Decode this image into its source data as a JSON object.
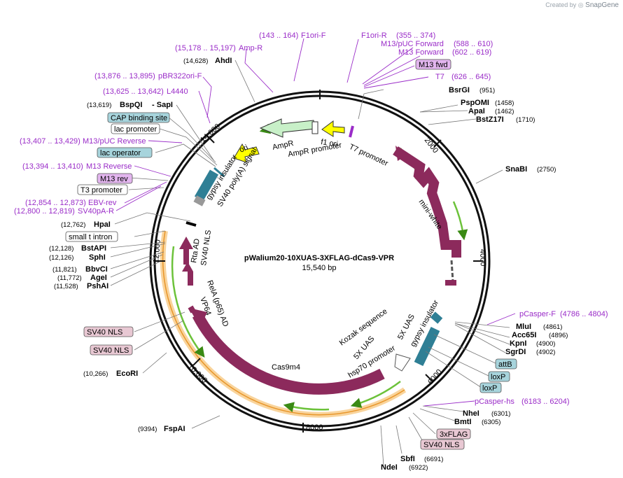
{
  "credit": {
    "prefix": "Created by",
    "brand": "SnapGene"
  },
  "plasmid": {
    "name": "pWalium20-10XUAS-3XFLAG-dCas9-VPR",
    "size": "15,540 bp"
  },
  "ticks": [
    "2000",
    "4000",
    "6000",
    "8000",
    "10,000",
    "12,000",
    "14,000"
  ],
  "sites": [
    {
      "name": "AhdI",
      "pos": "(14,628)"
    },
    {
      "name": "BsrGI",
      "pos": "(951)"
    },
    {
      "name": "PspOMI",
      "pos": "(1458)"
    },
    {
      "name": "ApaI",
      "pos": "(1462)"
    },
    {
      "name": "BstZ17I",
      "pos": "(1710)"
    },
    {
      "name": "SnaBI",
      "pos": "(2750)"
    },
    {
      "name": "MluI",
      "pos": "(4861)"
    },
    {
      "name": "Acc65I",
      "pos": "(4896)"
    },
    {
      "name": "KpnI",
      "pos": "(4900)"
    },
    {
      "name": "SgrDI",
      "pos": "(4902)"
    },
    {
      "name": "NheI",
      "pos": "(6301)"
    },
    {
      "name": "BmtI",
      "pos": "(6305)"
    },
    {
      "name": "SbfI",
      "pos": "(6691)"
    },
    {
      "name": "NdeI",
      "pos": "(6922)"
    },
    {
      "name": "FspAI",
      "pos": "(9394)"
    },
    {
      "name": "EcoRI",
      "pos": "(10,266)"
    },
    {
      "name": "PshAI",
      "pos": "(11,528)"
    },
    {
      "name": "AgeI",
      "pos": "(11,772)"
    },
    {
      "name": "BbvCI",
      "pos": "(11,821)"
    },
    {
      "name": "SphI",
      "pos": "(12,126)"
    },
    {
      "name": "BstAPI",
      "pos": "(12,128)"
    },
    {
      "name": "HpaI",
      "pos": "(12,762)"
    },
    {
      "name": "BspQI",
      "pos": "(13,619)"
    },
    {
      "name": "SapI",
      "pos": ""
    }
  ],
  "primers": [
    {
      "name": "F1ori-F",
      "range": "(143 .. 164)"
    },
    {
      "name": "F1ori-R",
      "range": "(355 .. 374)"
    },
    {
      "name": "M13/pUC Forward",
      "range": "(588 .. 610)"
    },
    {
      "name": "M13 Forward",
      "range": "(602 .. 619)"
    },
    {
      "name": "T7",
      "range": "(626 .. 645)"
    },
    {
      "name": "Amp-R",
      "range": "(15,178 .. 15,197)"
    },
    {
      "name": "pBR322ori-F",
      "range": "(13,876 .. 13,895)"
    },
    {
      "name": "L4440",
      "range": "(13,625 .. 13,642)"
    },
    {
      "name": "M13/pUC Reverse",
      "range": "(13,407 .. 13,429)"
    },
    {
      "name": "M13 Reverse",
      "range": "(13,394 .. 13,410)"
    },
    {
      "name": "EBV-rev",
      "range": "(12,854 .. 12,873)"
    },
    {
      "name": "SV40pA-R",
      "range": "(12,800 .. 12,819)"
    },
    {
      "name": "pCasper-F",
      "range": "(4786 .. 4804)"
    },
    {
      "name": "pCasper-hs",
      "range": "(6183 .. 6204)"
    }
  ],
  "boxes": [
    {
      "label": "M13 fwd",
      "style": "purple"
    },
    {
      "label": "CAP binding site",
      "style": "blue"
    },
    {
      "label": "lac promoter",
      "style": "white"
    },
    {
      "label": "lac operator",
      "style": "blue"
    },
    {
      "label": "M13 rev",
      "style": "purple"
    },
    {
      "label": "T3 promoter",
      "style": "white"
    },
    {
      "label": "small t intron",
      "style": "white"
    },
    {
      "label": "SV40 NLS",
      "style": "pink"
    },
    {
      "label": "SV40 NLS",
      "style": "pink"
    },
    {
      "label": "attB",
      "style": "blue"
    },
    {
      "label": "loxP",
      "style": "blue"
    },
    {
      "label": "loxP",
      "style": "blue"
    },
    {
      "label": "3xFLAG",
      "style": "pink"
    },
    {
      "label": "SV40 NLS",
      "style": "pink"
    }
  ],
  "features": [
    "ori",
    "AmpR",
    "AmpR promoter",
    "f1 ori",
    "T7 promoter",
    "mini-white",
    "gypsy insulator",
    "SV40 poly(A) signal",
    "SV40 NLS",
    "Rta AD",
    "RelA (p65) AD",
    "VP64",
    "Cas9m4",
    "hsp70 promoter",
    "5X UAS",
    "5X UAS",
    "gypsy insulator",
    "Kozak sequence"
  ],
  "colors": {
    "backbone": "#111111",
    "protein": "#8c2a5c",
    "yellow": "#ffff00",
    "green_ring": "#6cc23a",
    "orange_ring": "#f4b04a",
    "teal": "#2f7f95",
    "primer": "#9a2cc8"
  }
}
